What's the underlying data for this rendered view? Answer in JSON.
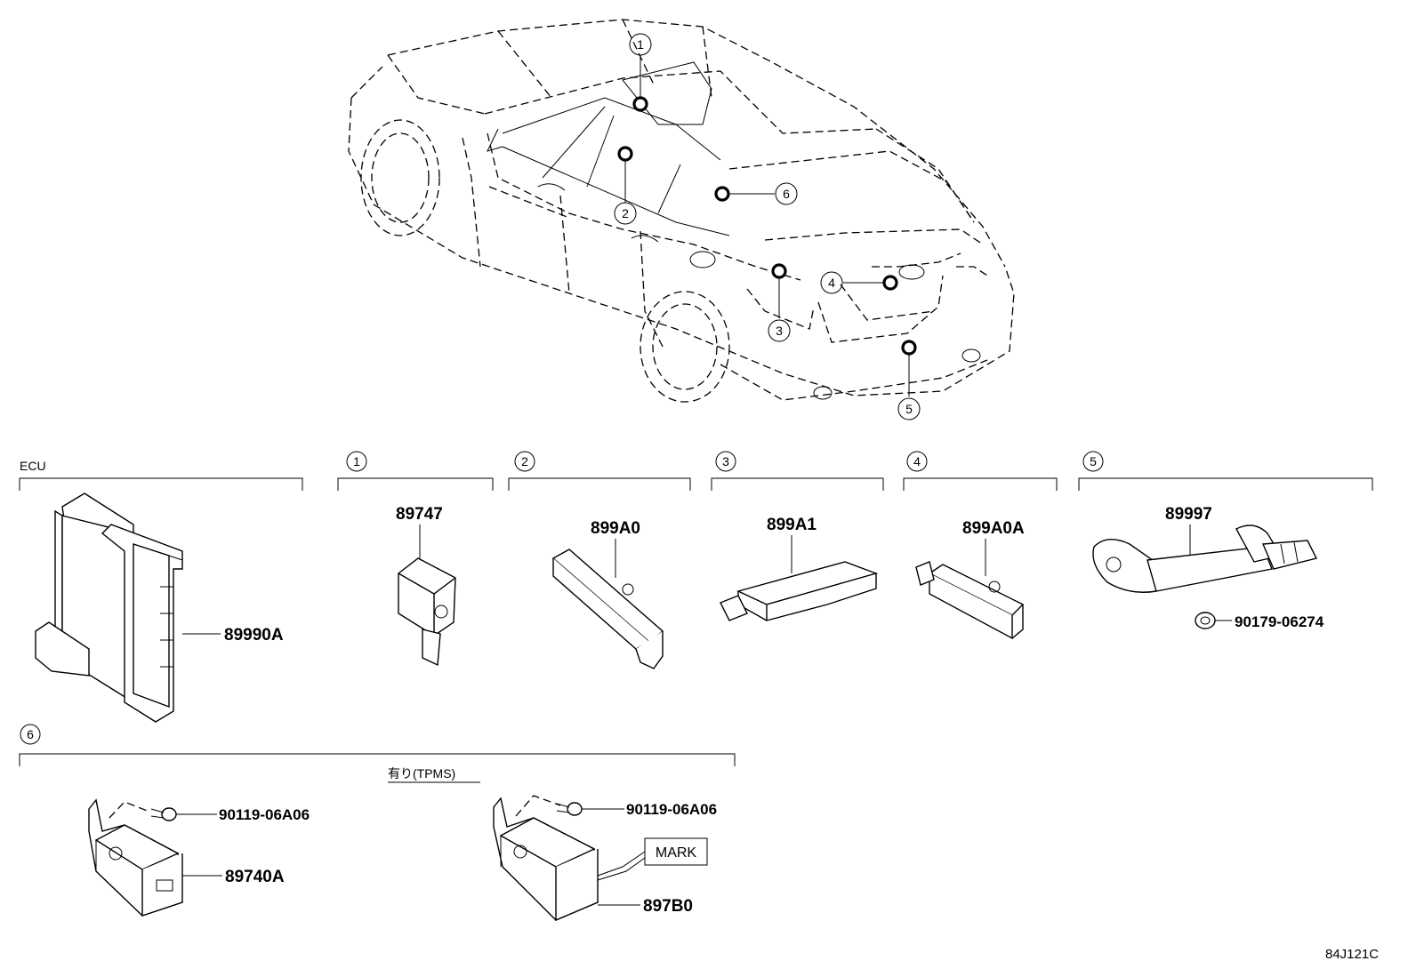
{
  "diagram": {
    "code": "84J121C",
    "callouts": [
      "1",
      "2",
      "3",
      "4",
      "5",
      "6"
    ],
    "groups": [
      {
        "key": "ecu",
        "label": "ECU",
        "parts": [
          "89990A"
        ]
      },
      {
        "key": "g1",
        "label": "1",
        "parts": [
          "89747"
        ]
      },
      {
        "key": "g2",
        "label": "2",
        "parts": [
          "899A0"
        ]
      },
      {
        "key": "g3",
        "label": "3",
        "parts": [
          "899A1"
        ]
      },
      {
        "key": "g4",
        "label": "4",
        "parts": [
          "899A0A"
        ]
      },
      {
        "key": "g5",
        "label": "5",
        "parts": [
          "89997",
          "90179-06274"
        ]
      },
      {
        "key": "g6",
        "label": "6",
        "parts": [
          "90119-06A06",
          "89740A",
          "90119-06A06",
          "897B0"
        ]
      }
    ],
    "tpms_note": "有り(TPMS)",
    "mark_label": "MARK"
  }
}
